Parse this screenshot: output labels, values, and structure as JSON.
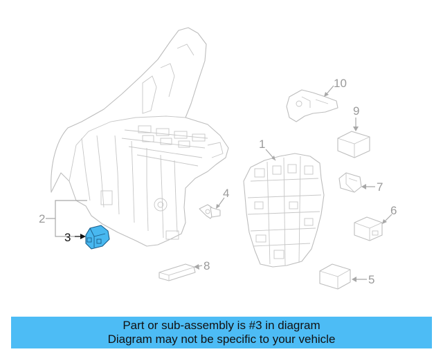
{
  "diagram": {
    "callouts": [
      {
        "id": "1",
        "label": "1"
      },
      {
        "id": "2",
        "label": "2"
      },
      {
        "id": "3",
        "label": "3"
      },
      {
        "id": "4",
        "label": "4"
      },
      {
        "id": "5",
        "label": "5"
      },
      {
        "id": "6",
        "label": "6"
      },
      {
        "id": "7",
        "label": "7"
      },
      {
        "id": "8",
        "label": "8"
      },
      {
        "id": "9",
        "label": "9"
      },
      {
        "id": "10",
        "label": "10"
      }
    ],
    "highlighted_part": "3",
    "highlight_color": "#48b8f0",
    "line_color": "#a8a8a8"
  },
  "banner": {
    "line1": "Part or sub-assembly is #3 in diagram",
    "line2": "Diagram may not be specific to your vehicle",
    "background": "#4dbcf5"
  }
}
